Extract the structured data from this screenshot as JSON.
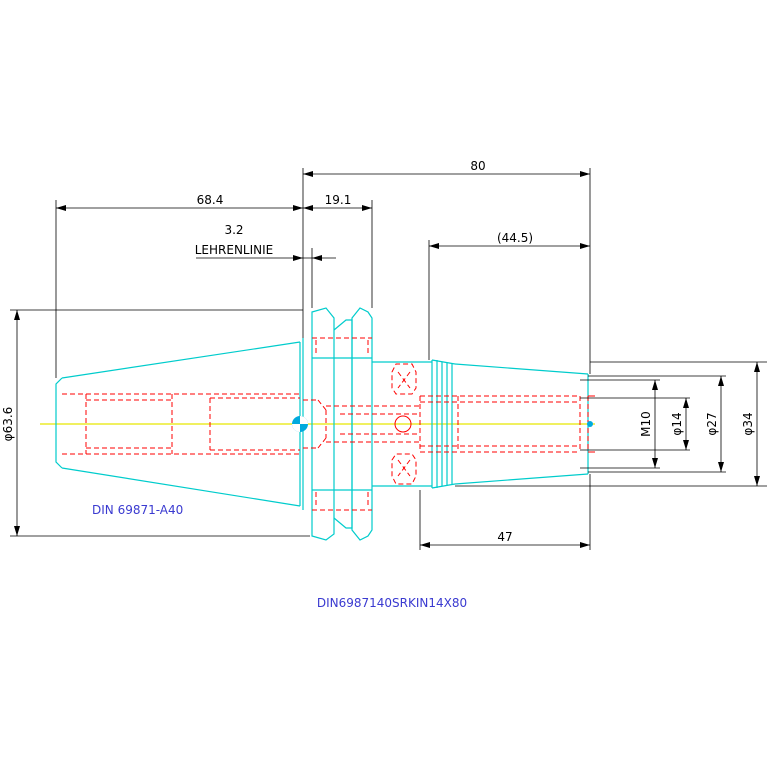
{
  "drawing": {
    "dimensions": {
      "overall_length": "80",
      "taper_length": "68.4",
      "flange_width": "19.1",
      "gauge_offset": "3.2",
      "gauge_line": "LEHRENLINIE",
      "nose_length": "(44.5)",
      "shank_length": "47",
      "taper_diameter": "φ63.6",
      "thread": "M10",
      "bore_diameter": "φ14",
      "nose_diameter_1": "φ27",
      "nose_diameter_2": "φ34"
    },
    "standard_label": "DIN 69871-A40",
    "part_number": "DIN6987140SRKIN14X80"
  },
  "colors": {
    "outline": "#00cccc",
    "hidden": "#ff0000",
    "centerline": "#e6e600",
    "dimension": "#000000",
    "label": "#3a3ad0"
  }
}
